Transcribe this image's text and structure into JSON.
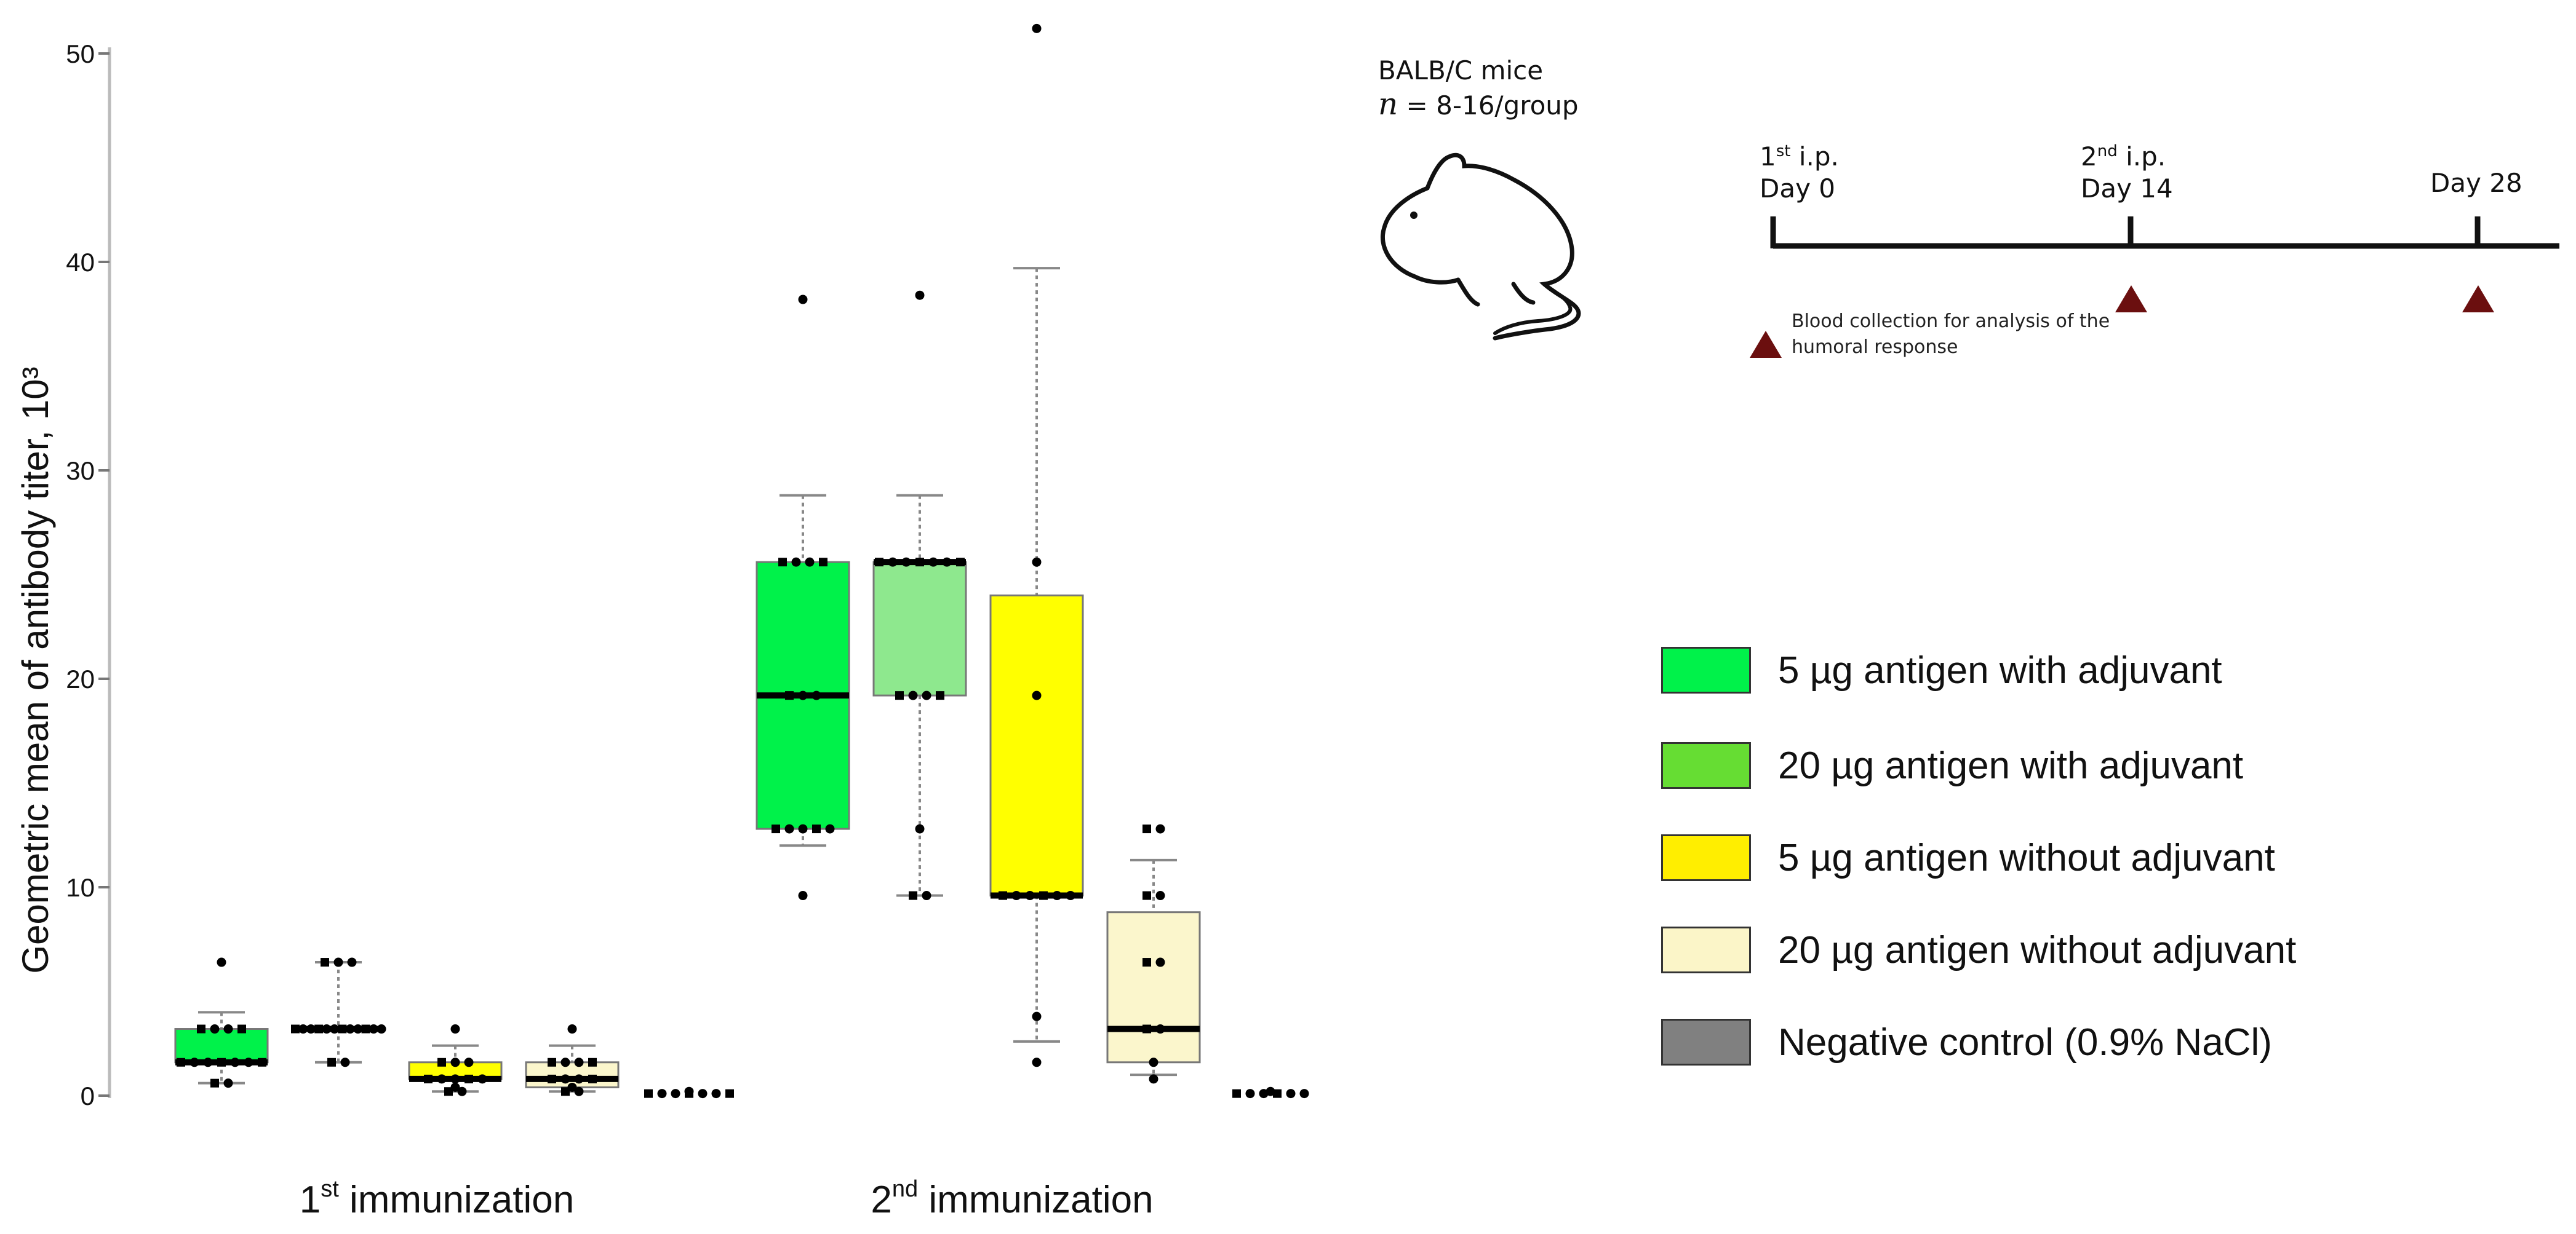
{
  "chart_data": {
    "type": "box",
    "ylabel": "Geometric mean of antibody titer, 10³",
    "ylim": [
      0,
      50
    ],
    "yticks": [
      0,
      10,
      20,
      30,
      40,
      50
    ],
    "grid": false,
    "groups": [
      {
        "label_main": "1",
        "label_sup": "st",
        "label_rest": " immunization"
      },
      {
        "label_main": "2",
        "label_sup": "nd",
        "label_rest": " immunization"
      }
    ],
    "series": [
      {
        "name": "5 µg antigen with adjuvant",
        "color": "#00f24a",
        "boxes": [
          {
            "group": 0,
            "q1": 1.6,
            "median": 1.6,
            "q3": 3.2,
            "whisker_low": 0.6,
            "whisker_high": 4.0,
            "points": [
              0.6,
              0.6,
              1.6,
              1.6,
              1.6,
              1.6,
              1.6,
              1.6,
              1.6,
              3.2,
              3.2,
              3.2,
              3.2,
              6.4
            ]
          },
          {
            "group": 1,
            "q1": 12.8,
            "median": 19.2,
            "q3": 25.6,
            "whisker_low": 12.0,
            "whisker_high": 28.8,
            "points": [
              9.6,
              12.8,
              12.8,
              12.8,
              12.8,
              12.8,
              19.2,
              19.2,
              19.2,
              25.6,
              25.6,
              25.6,
              25.6,
              38.2
            ]
          }
        ]
      },
      {
        "name": "20 µg antigen with adjuvant",
        "color": "#8ee88e",
        "boxes": [
          {
            "group": 0,
            "q1": 3.2,
            "median": 3.2,
            "q3": 3.2,
            "whisker_low": 1.6,
            "whisker_high": 6.4,
            "points": [
              1.6,
              1.6,
              3.2,
              3.2,
              3.2,
              3.2,
              3.2,
              3.2,
              3.2,
              3.2,
              3.2,
              3.2,
              3.2,
              3.2,
              6.4,
              6.4,
              6.4
            ]
          },
          {
            "group": 1,
            "q1": 19.2,
            "median": 25.6,
            "q3": 25.6,
            "whisker_low": 9.6,
            "whisker_high": 28.8,
            "points": [
              9.6,
              9.6,
              12.8,
              19.2,
              19.2,
              19.2,
              19.2,
              25.6,
              25.6,
              25.6,
              25.6,
              25.6,
              25.6,
              25.6,
              38.4
            ]
          }
        ]
      },
      {
        "name": "5 µg antigen without adjuvant",
        "color": "#ffff00",
        "boxes": [
          {
            "group": 0,
            "q1": 0.8,
            "median": 0.8,
            "q3": 1.6,
            "whisker_low": 0.2,
            "whisker_high": 2.4,
            "points": [
              0.2,
              0.2,
              0.4,
              0.8,
              0.8,
              0.8,
              0.8,
              0.8,
              1.6,
              1.6,
              1.6,
              3.2
            ]
          },
          {
            "group": 1,
            "q1": 9.6,
            "median": 9.6,
            "q3": 24.0,
            "whisker_low": 2.6,
            "whisker_high": 39.7,
            "points": [
              1.6,
              3.8,
              9.6,
              9.6,
              9.6,
              9.6,
              9.6,
              9.6,
              19.2,
              25.6,
              51.2
            ]
          }
        ]
      },
      {
        "name": "20 µg antigen without adjuvant",
        "color": "#fbf6cc",
        "boxes": [
          {
            "group": 0,
            "q1": 0.4,
            "median": 0.8,
            "q3": 1.6,
            "whisker_low": 0.2,
            "whisker_high": 2.4,
            "points": [
              0.2,
              0.2,
              0.4,
              0.8,
              0.8,
              0.8,
              0.8,
              1.6,
              1.6,
              1.6,
              1.6,
              3.2
            ]
          },
          {
            "group": 1,
            "q1": 1.6,
            "median": 3.2,
            "q3": 8.8,
            "whisker_low": 1.0,
            "whisker_high": 11.3,
            "points": [
              0.8,
              1.6,
              3.2,
              3.2,
              6.4,
              6.4,
              9.6,
              9.6,
              12.8,
              12.8
            ]
          }
        ]
      },
      {
        "name": "Negative control (0.9% NaCl)",
        "color": "#808080",
        "boxes": [
          {
            "group": 0,
            "q1": 0.1,
            "median": 0.1,
            "q3": 0.1,
            "whisker_low": 0.1,
            "whisker_high": 0.1,
            "points": [
              0.1,
              0.1,
              0.1,
              0.1,
              0.1,
              0.1,
              0.1,
              0.2
            ]
          },
          {
            "group": 1,
            "q1": 0.1,
            "median": 0.1,
            "q3": 0.1,
            "whisker_low": 0.1,
            "whisker_high": 0.1,
            "points": [
              0.1,
              0.1,
              0.1,
              0.1,
              0.1,
              0.1,
              0.2
            ]
          }
        ]
      }
    ]
  },
  "mouse_panel": {
    "strain": "BALB/C mice",
    "n_symbol": "n",
    "n_text": " = 8-16/group",
    "icon": "mouse-icon"
  },
  "timeline": {
    "points": [
      {
        "line1_main": "1",
        "line1_sup": "st",
        "line1_rest": " i.p.",
        "line2": "Day 0"
      },
      {
        "line1_main": "2",
        "line1_sup": "nd",
        "line1_rest": " i.p.",
        "line2": "Day 14"
      },
      {
        "line1_main": "",
        "line1_sup": "",
        "line1_rest": "",
        "line2": "Day 28"
      }
    ],
    "marker_icon": "triangle-icon",
    "marker_color": "#6b0f0f",
    "note": "Blood collection for analysis of the humoral response"
  },
  "legend": {
    "items": [
      {
        "label": "5 µg antigen with adjuvant",
        "color": "#00f24a"
      },
      {
        "label": "20 µg antigen with adjuvant",
        "color": "#66dd33"
      },
      {
        "label": "5 µg antigen without adjuvant",
        "color": "#ffee00"
      },
      {
        "label": "20 µg antigen without adjuvant",
        "color": "#fbf5c8"
      },
      {
        "label": "Negative control (0.9% NaCl)",
        "color": "#808080"
      }
    ]
  }
}
